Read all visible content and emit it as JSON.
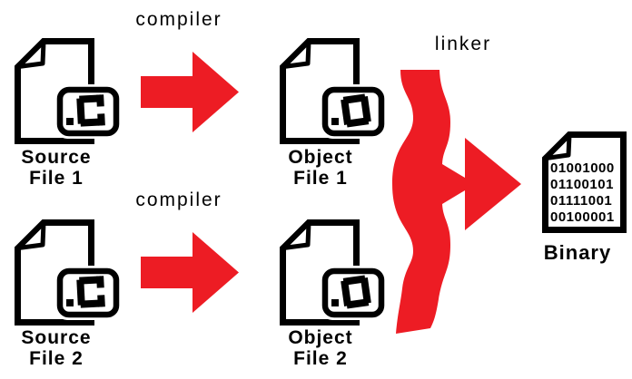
{
  "colors": {
    "background": "#ffffff",
    "arrow_red": "#ED1C24",
    "ink": "#000000"
  },
  "labels": {
    "compiler_top": "compiler",
    "compiler_bottom": "compiler",
    "linker": "linker"
  },
  "files": {
    "source1": {
      "name_line1": "Source",
      "name_line2": "File 1",
      "badge": ".C"
    },
    "object1": {
      "name_line1": "Object",
      "name_line2": "File 1",
      "badge": ".O"
    },
    "source2": {
      "name_line1": "Source",
      "name_line2": "File 2",
      "badge": ".C"
    },
    "object2": {
      "name_line1": "Object",
      "name_line2": "File 2",
      "badge": ".O"
    },
    "binary": {
      "name": "Binary",
      "content_lines": [
        "01001000",
        "01100101",
        "01111001",
        "00100001"
      ]
    }
  }
}
